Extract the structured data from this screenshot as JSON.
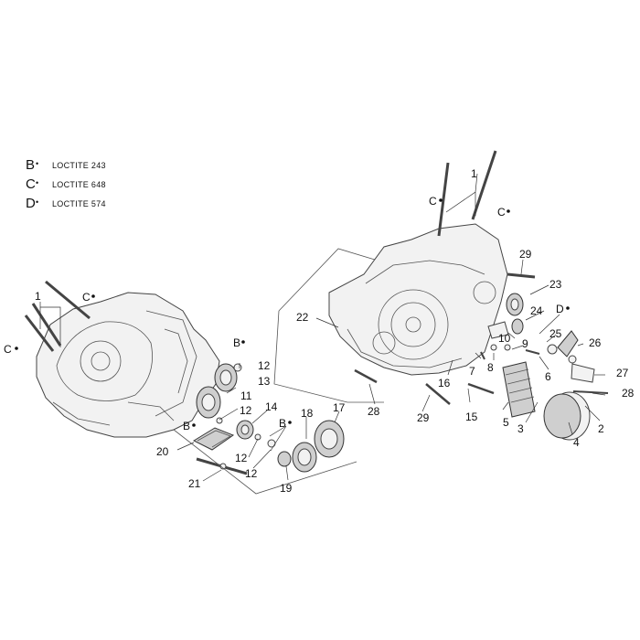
{
  "legend": [
    {
      "letter": "B",
      "drop": "•",
      "text": "LOCTITE 243"
    },
    {
      "letter": "C",
      "drop": "•",
      "text": "LOCTITE 648"
    },
    {
      "letter": "D",
      "drop": "•",
      "text": "LOCTITE 574"
    }
  ],
  "callouts": {
    "n1a": "1",
    "n1b": "1",
    "n2": "2",
    "n3": "3",
    "n4": "4",
    "n5": "5",
    "n6": "6",
    "n7": "7",
    "n8": "8",
    "n9": "9",
    "n10": "10",
    "n11": "11",
    "n12a": "12",
    "n12b": "12",
    "n12c": "12",
    "n12d": "12",
    "n13": "13",
    "n14": "14",
    "n15": "15",
    "n16": "16",
    "n17": "17",
    "n18": "18",
    "n19": "19",
    "n20": "20",
    "n21": "21",
    "n22": "22",
    "n23": "23",
    "n24": "24",
    "n25": "25",
    "n26": "26",
    "n27": "27",
    "n28a": "28",
    "n28b": "28",
    "n29a": "29",
    "n29b": "29"
  },
  "markers": {
    "c1": "C",
    "c2": "C",
    "c3": "C",
    "c4": "C",
    "b1": "B",
    "b2": "B",
    "b3": "B",
    "d1": "D"
  }
}
